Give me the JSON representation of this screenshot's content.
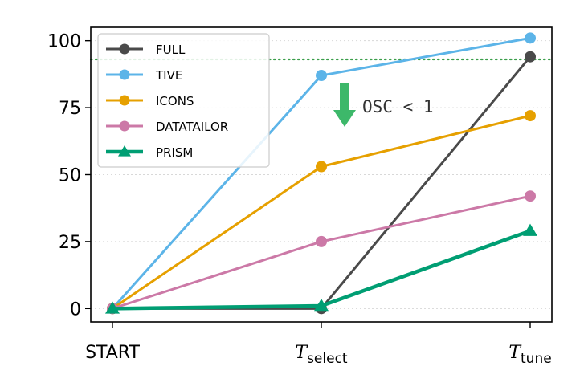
{
  "chart_data": {
    "type": "line",
    "categories": [
      "START",
      "T_select",
      "T_tune"
    ],
    "x_tick_labels": [
      {
        "main": "START",
        "sub": ""
      },
      {
        "main": "T",
        "sub": "select"
      },
      {
        "main": "T",
        "sub": "tune"
      }
    ],
    "ylim": [
      -5,
      105
    ],
    "yticks": [
      0,
      25,
      50,
      75,
      100
    ],
    "grid": "horizontal-dotted",
    "legend_position": "top-left",
    "series": [
      {
        "name": "FULL",
        "color": "#4a4a4a",
        "marker": "circle",
        "values": [
          0,
          0,
          94
        ]
      },
      {
        "name": "TIVE",
        "color": "#5cb4e8",
        "marker": "circle",
        "values": [
          0,
          87,
          101
        ]
      },
      {
        "name": "ICONS",
        "color": "#e6a000",
        "marker": "circle",
        "values": [
          0,
          53,
          72
        ]
      },
      {
        "name": "DATATAILOR",
        "color": "#cc79a7",
        "marker": "circle",
        "values": [
          0,
          25,
          42
        ]
      },
      {
        "name": "PRISM",
        "color": "#009e73",
        "marker": "triangle",
        "values": [
          0,
          1,
          29
        ]
      }
    ],
    "reference_line": {
      "y": 93,
      "color": "#3a9e4a",
      "style": "dotted"
    },
    "annotation": {
      "text": "OSC < 1",
      "arrow_color": "#3db86a",
      "direction": "down"
    }
  }
}
